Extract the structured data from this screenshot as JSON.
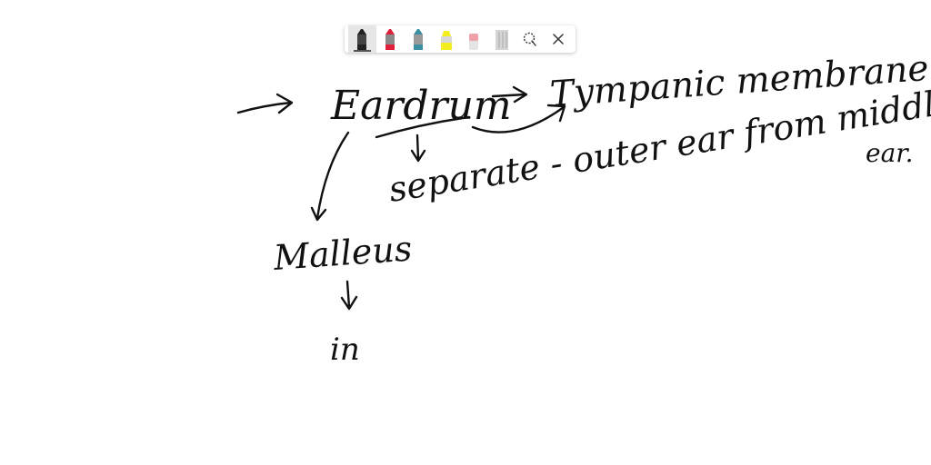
{
  "toolbar": {
    "tools": [
      {
        "name": "black-pen",
        "color": "#222222",
        "selected": true
      },
      {
        "name": "red-pen",
        "color": "#e0203a",
        "selected": false
      },
      {
        "name": "teal-pen",
        "color": "#3a8fa0",
        "selected": false
      },
      {
        "name": "yellow-highlighter",
        "color": "#f2ee20",
        "selected": false
      },
      {
        "name": "eraser",
        "color": "#f0a0a8",
        "selected": false
      },
      {
        "name": "ruler",
        "color": "#c9c9c9",
        "selected": false
      }
    ],
    "icons": {
      "lasso": "lasso-icon",
      "close": "close-icon"
    }
  },
  "ink_color": "#111111",
  "handwriting": {
    "eardrum": "Eardrum",
    "tympanic": "Tympanic membrane",
    "separate": "separate - outer ear from middle",
    "ear": "ear.",
    "malleus": "Malleus",
    "in": "in"
  }
}
